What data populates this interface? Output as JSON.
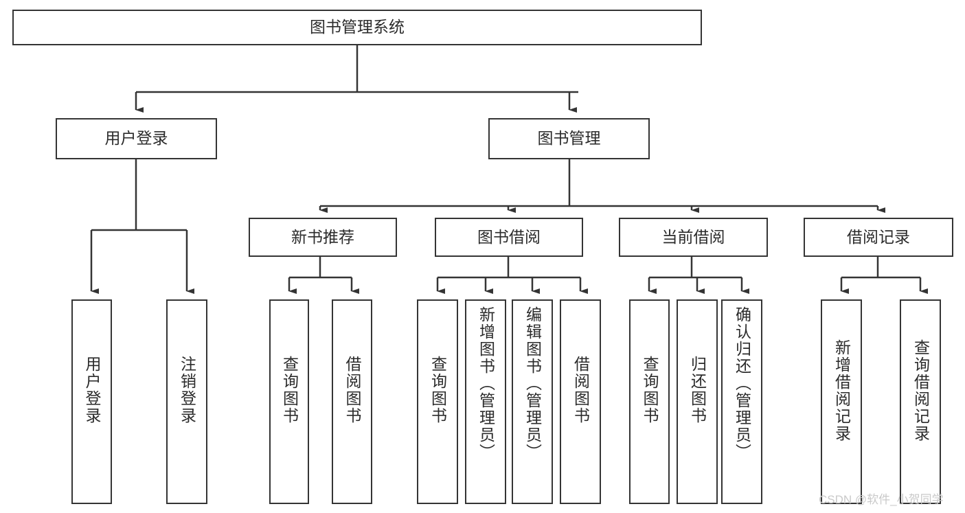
{
  "diagram": {
    "title": "图书管理系统",
    "type": "hierarchy-tree",
    "watermark": "CSDN @软件_小贺同学",
    "colors": {
      "background": "#ffffff",
      "box_border": "#343434",
      "box_fill": "#ffffff",
      "text": "#2b2b2b",
      "edge": "#343434",
      "watermark": "#c9c9c9"
    },
    "levels": {
      "root": 0,
      "modules": 1,
      "submodules": 2,
      "functions": 3
    }
  },
  "nodes": {
    "root": {
      "label": "图书管理系统"
    },
    "level1": [
      {
        "id": "user-login",
        "label": "用户登录"
      },
      {
        "id": "book-management",
        "label": "图书管理"
      }
    ],
    "level2": [
      {
        "id": "new-book-recommend",
        "label": "新书推荐"
      },
      {
        "id": "book-borrow",
        "label": "图书借阅"
      },
      {
        "id": "current-borrow",
        "label": "当前借阅"
      },
      {
        "id": "borrow-record",
        "label": "借阅记录"
      }
    ],
    "leaves": {
      "user_login": [
        {
          "id": "leaf-user-login",
          "label": "用户登录"
        },
        {
          "id": "leaf-logout-login",
          "label": "注销登录"
        }
      ],
      "new_book_recommend": [
        {
          "id": "leaf-query-book-1",
          "label": "查询图书"
        },
        {
          "id": "leaf-borrow-book-1",
          "label": "借阅图书"
        }
      ],
      "book_borrow": [
        {
          "id": "leaf-query-book-2",
          "label": "查询图书"
        },
        {
          "id": "leaf-add-book",
          "label": "新增图书（管理员）"
        },
        {
          "id": "leaf-edit-book",
          "label": "编辑图书（管理员）"
        },
        {
          "id": "leaf-borrow-book-2",
          "label": "借阅图书"
        }
      ],
      "current_borrow": [
        {
          "id": "leaf-query-book-3",
          "label": "查询图书"
        },
        {
          "id": "leaf-return-book",
          "label": "归还图书"
        },
        {
          "id": "leaf-confirm-return",
          "label": "确认归还（管理员）"
        }
      ],
      "borrow_record": [
        {
          "id": "leaf-add-record",
          "label": "新增借阅记录"
        },
        {
          "id": "leaf-query-record",
          "label": "查询借阅记录"
        }
      ]
    }
  }
}
